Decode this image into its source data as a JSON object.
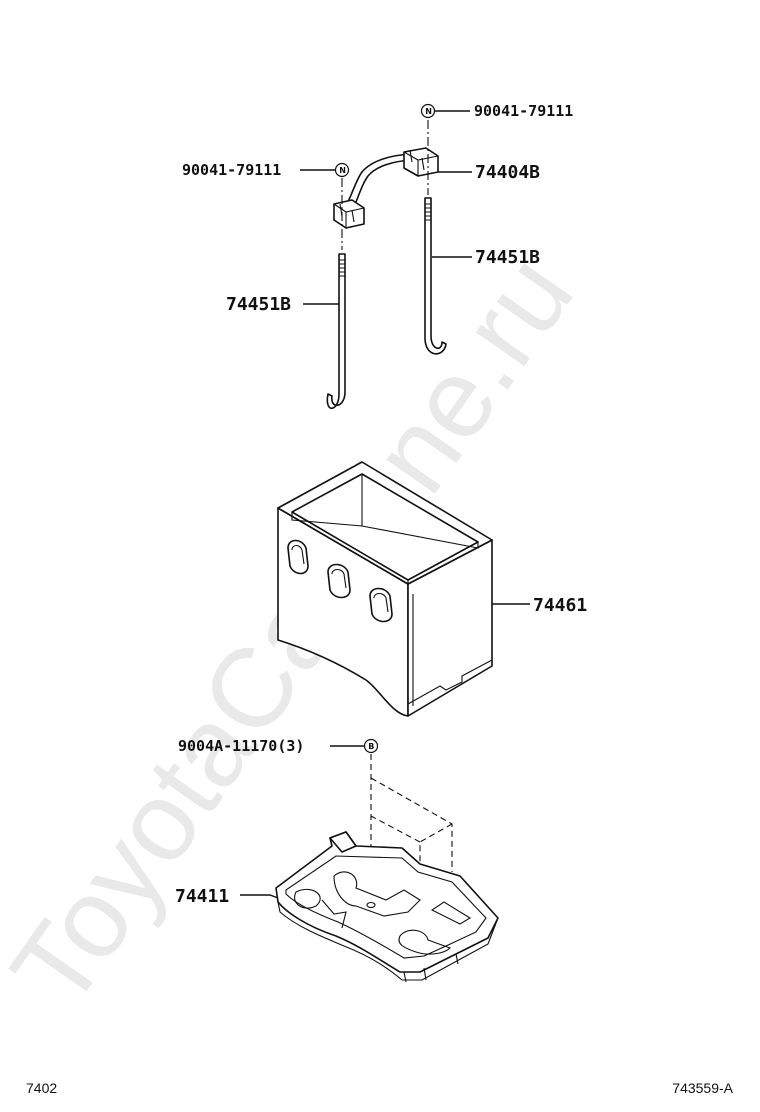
{
  "watermark": "ToyotaCarMine.ru",
  "footer": {
    "left_code": "7402",
    "right_code": "743559-A"
  },
  "callouts": {
    "nut_top": {
      "label": "90041-79111",
      "symbol": "N"
    },
    "nut_left": {
      "label": "90041-79111",
      "symbol": "N"
    },
    "clamp": {
      "label": "74404B"
    },
    "bolt_right": {
      "label": "74451B"
    },
    "bolt_left": {
      "label": "74451B"
    },
    "battery_case": {
      "label": "74461"
    },
    "tray_bolt": {
      "label": "9004A-11170(3)",
      "symbol": "B"
    },
    "battery_tray": {
      "label": "74411"
    }
  }
}
